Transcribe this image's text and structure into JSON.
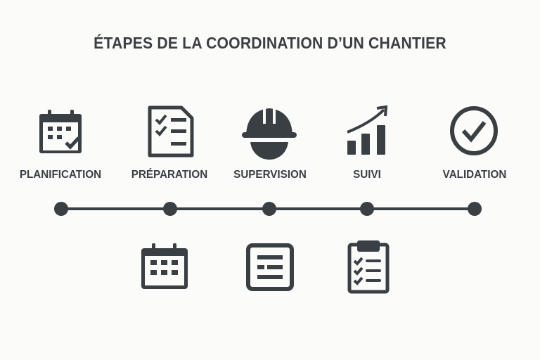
{
  "title": "ÉTAPES DE LA COORDINATION D’UN CHANTIER",
  "color": "#3a3f44",
  "steps": [
    {
      "label": "PLANIFICATION",
      "icon": "calendar-check-icon"
    },
    {
      "label": "PRÉPARATION",
      "icon": "checklist-document-icon"
    },
    {
      "label": "SUPERVISION",
      "icon": "hard-hat-icon"
    },
    {
      "label": "SUIVI",
      "icon": "growth-chart-icon"
    },
    {
      "label": "VALIDATION",
      "icon": "check-circle-icon"
    }
  ],
  "sub_icons": [
    "calendar-icon",
    "document-list-icon",
    "clipboard-checklist-icon"
  ]
}
